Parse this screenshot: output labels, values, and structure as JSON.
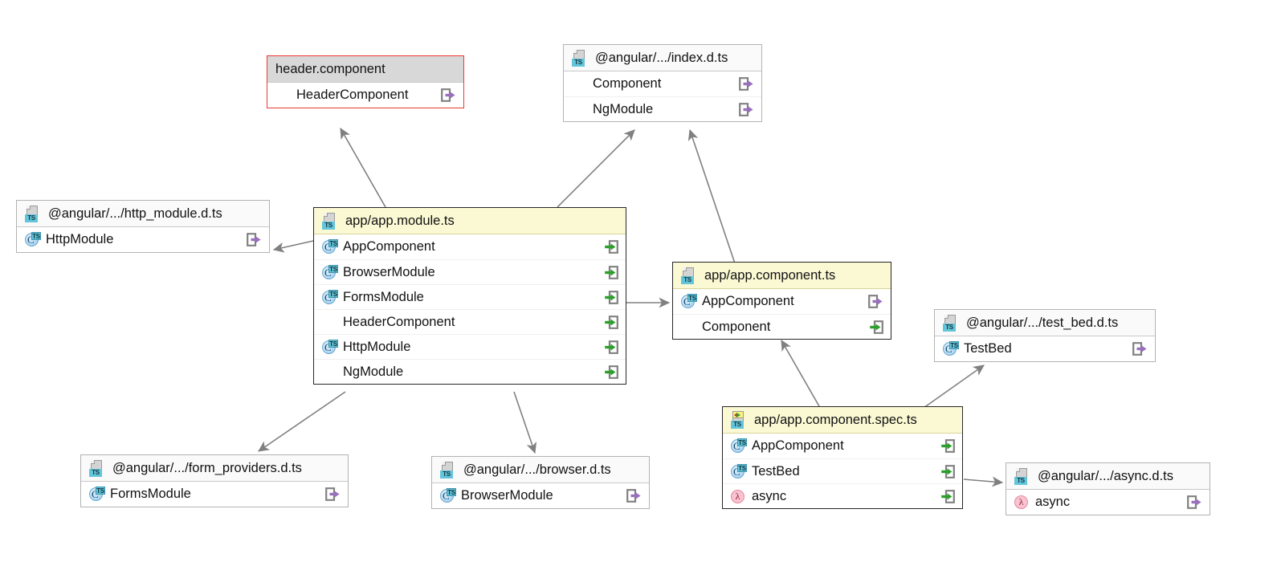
{
  "diagram": {
    "title": "TypeScript module dependency diagram",
    "colors": {
      "selected_header": "#fbf9d4",
      "plain_header": "#fafafa",
      "grey_header": "#d8d8d8",
      "error_border": "#e8392f",
      "import_arrow": "#2aa02a",
      "export_arrow": "#9a6fc0",
      "edge": "#808080"
    },
    "nodes": [
      {
        "id": "header-component",
        "title": "header.component",
        "header_style": "grey",
        "border": "error",
        "file_icon": "none",
        "members": [
          {
            "name": "HeaderComponent",
            "icon": "none",
            "direction": "export-icon"
          }
        ]
      },
      {
        "id": "angular-index",
        "title": "@angular/.../index.d.ts",
        "header_style": "plain",
        "border": "normal",
        "file_icon": "ts-file-icon",
        "members": [
          {
            "name": "Component",
            "icon": "none",
            "direction": "export-icon"
          },
          {
            "name": "NgModule",
            "icon": "none",
            "direction": "export-icon"
          }
        ]
      },
      {
        "id": "angular-http-module",
        "title": "@angular/.../http_module.d.ts",
        "header_style": "plain",
        "border": "normal",
        "file_icon": "ts-file-icon",
        "members": [
          {
            "name": "HttpModule",
            "icon": "ts-class-icon",
            "direction": "export-icon"
          }
        ]
      },
      {
        "id": "app-module",
        "title": "app/app.module.ts",
        "header_style": "yellow",
        "border": "thick",
        "file_icon": "ts-file-icon",
        "members": [
          {
            "name": "AppComponent",
            "icon": "ts-class-icon",
            "direction": "import-icon"
          },
          {
            "name": "BrowserModule",
            "icon": "ts-class-icon",
            "direction": "import-icon"
          },
          {
            "name": "FormsModule",
            "icon": "ts-class-icon",
            "direction": "import-icon"
          },
          {
            "name": "HeaderComponent",
            "icon": "none",
            "direction": "import-icon"
          },
          {
            "name": "HttpModule",
            "icon": "ts-class-icon",
            "direction": "import-icon"
          },
          {
            "name": "NgModule",
            "icon": "none",
            "direction": "import-icon"
          }
        ]
      },
      {
        "id": "app-component",
        "title": "app/app.component.ts",
        "header_style": "yellow",
        "border": "thick",
        "file_icon": "ts-file-icon",
        "members": [
          {
            "name": "AppComponent",
            "icon": "ts-class-icon",
            "direction": "export-icon"
          },
          {
            "name": "Component",
            "icon": "none",
            "direction": "import-icon"
          }
        ]
      },
      {
        "id": "angular-test-bed",
        "title": "@angular/.../test_bed.d.ts",
        "header_style": "plain",
        "border": "normal",
        "file_icon": "ts-file-icon",
        "members": [
          {
            "name": "TestBed",
            "icon": "ts-class-icon",
            "direction": "export-icon"
          }
        ]
      },
      {
        "id": "app-component-spec",
        "title": "app/app.component.spec.ts",
        "header_style": "yellow",
        "border": "thick",
        "file_icon": "ts-spec-file-icon",
        "members": [
          {
            "name": "AppComponent",
            "icon": "ts-class-icon",
            "direction": "import-icon"
          },
          {
            "name": "TestBed",
            "icon": "ts-class-icon",
            "direction": "import-icon"
          },
          {
            "name": "async",
            "icon": "lambda-icon",
            "direction": "import-icon"
          }
        ]
      },
      {
        "id": "angular-form-providers",
        "title": "@angular/.../form_providers.d.ts",
        "header_style": "plain",
        "border": "normal",
        "file_icon": "ts-file-icon",
        "members": [
          {
            "name": "FormsModule",
            "icon": "ts-class-icon",
            "direction": "export-icon"
          }
        ]
      },
      {
        "id": "angular-browser",
        "title": "@angular/.../browser.d.ts",
        "header_style": "plain",
        "border": "normal",
        "file_icon": "ts-file-icon",
        "members": [
          {
            "name": "BrowserModule",
            "icon": "ts-class-icon",
            "direction": "export-icon"
          }
        ]
      },
      {
        "id": "angular-async",
        "title": "@angular/.../async.d.ts",
        "header_style": "plain",
        "border": "normal",
        "file_icon": "ts-file-icon",
        "members": [
          {
            "name": "async",
            "icon": "lambda-icon",
            "direction": "export-icon"
          }
        ]
      }
    ],
    "edges": [
      {
        "from": "app-module",
        "to": "header-component"
      },
      {
        "from": "app-module",
        "to": "angular-index"
      },
      {
        "from": "app-module",
        "to": "angular-http-module"
      },
      {
        "from": "app-module",
        "to": "app-component"
      },
      {
        "from": "app-module",
        "to": "angular-form-providers"
      },
      {
        "from": "app-module",
        "to": "angular-browser"
      },
      {
        "from": "app-component",
        "to": "angular-index"
      },
      {
        "from": "app-component-spec",
        "to": "app-component"
      },
      {
        "from": "app-component-spec",
        "to": "angular-test-bed"
      },
      {
        "from": "app-component-spec",
        "to": "angular-async"
      }
    ]
  }
}
